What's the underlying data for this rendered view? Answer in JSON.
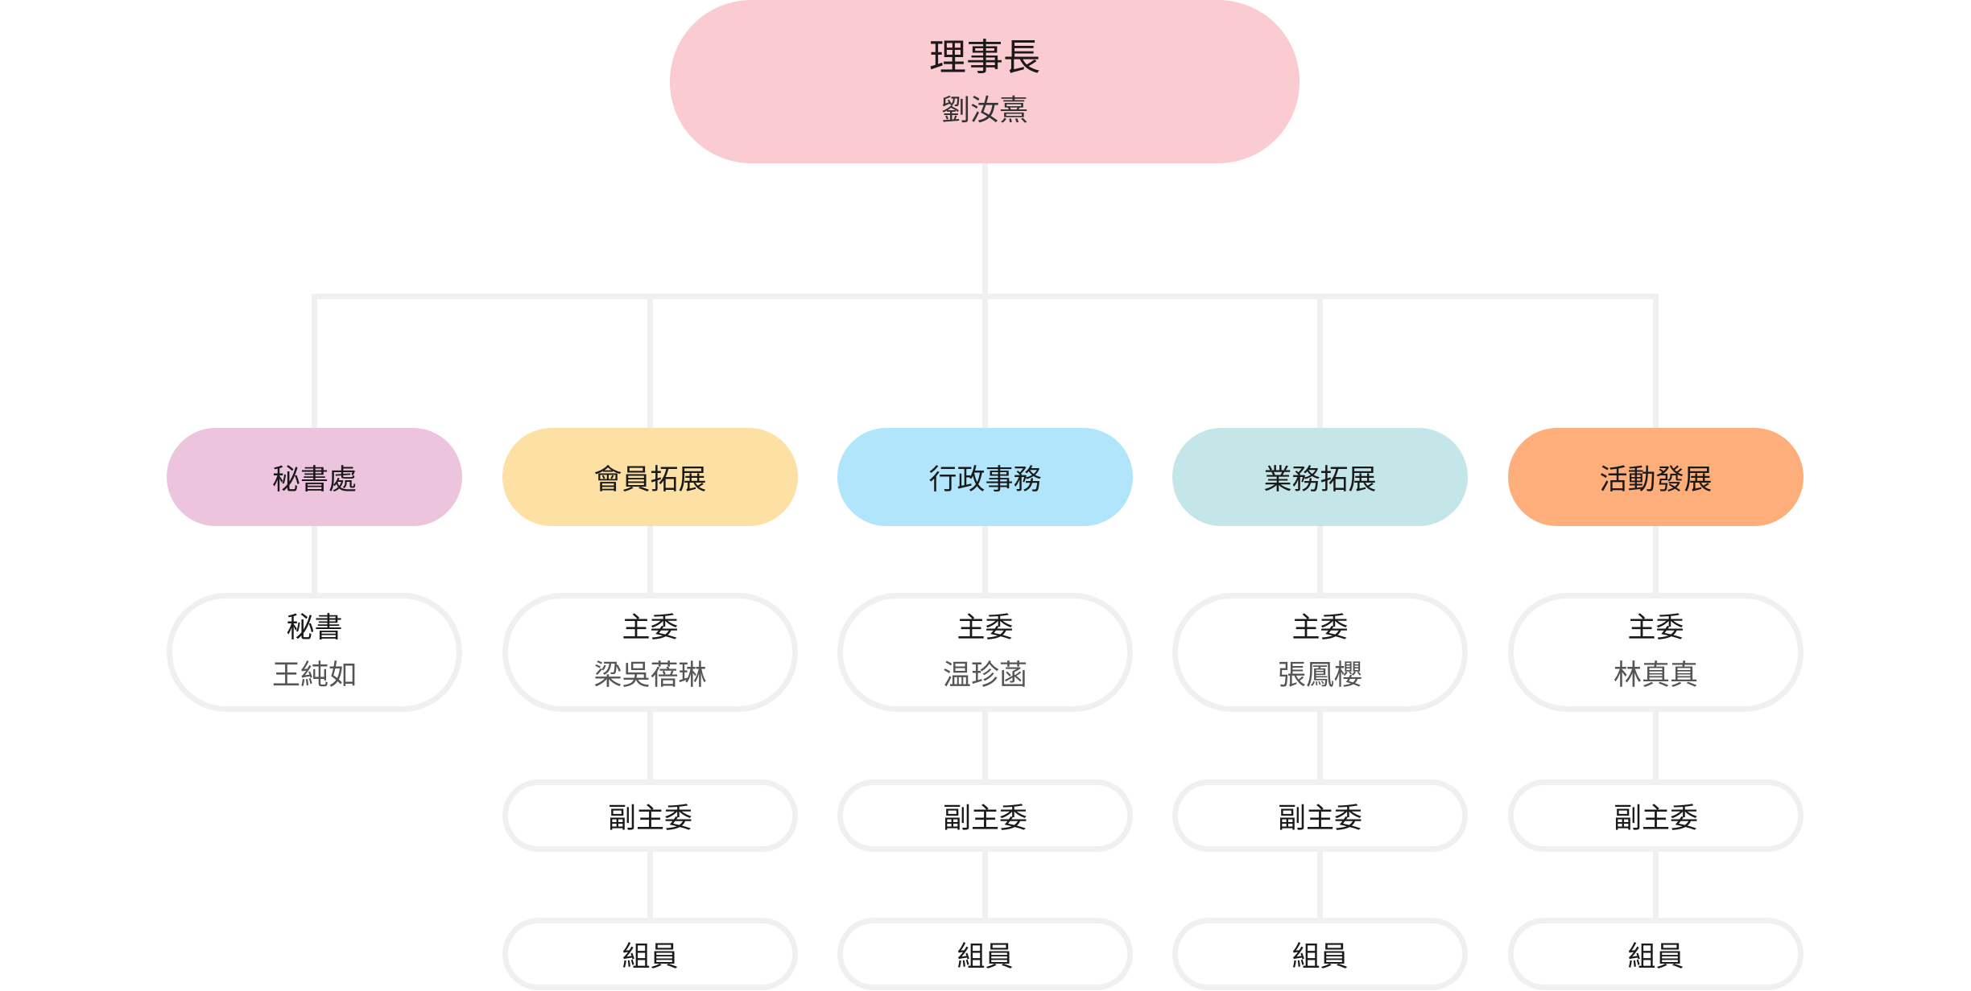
{
  "root": {
    "title": "理事長",
    "name": "劉汝熹",
    "color": "#facbd0"
  },
  "departments": [
    {
      "label": "秘書處",
      "color": "#ecc4de",
      "lead": {
        "title": "秘書",
        "name": "王純如"
      },
      "subs": []
    },
    {
      "label": "會員拓展",
      "color": "#fde0a4",
      "lead": {
        "title": "主委",
        "name": "梁吳蓓琳"
      },
      "subs": [
        "副主委",
        "組員"
      ]
    },
    {
      "label": "行政事務",
      "color": "#b0e5fb",
      "lead": {
        "title": "主委",
        "name": "温珍菡"
      },
      "subs": [
        "副主委",
        "組員"
      ]
    },
    {
      "label": "業務拓展",
      "color": "#c4e6e8",
      "lead": {
        "title": "主委",
        "name": "張鳳櫻"
      },
      "subs": [
        "副主委",
        "組員"
      ]
    },
    {
      "label": "活動發展",
      "color": "#fdae7a",
      "lead": {
        "title": "主委",
        "name": "林真真"
      },
      "subs": [
        "副主委",
        "組員"
      ]
    }
  ],
  "connector_color": "#f0f0f0"
}
